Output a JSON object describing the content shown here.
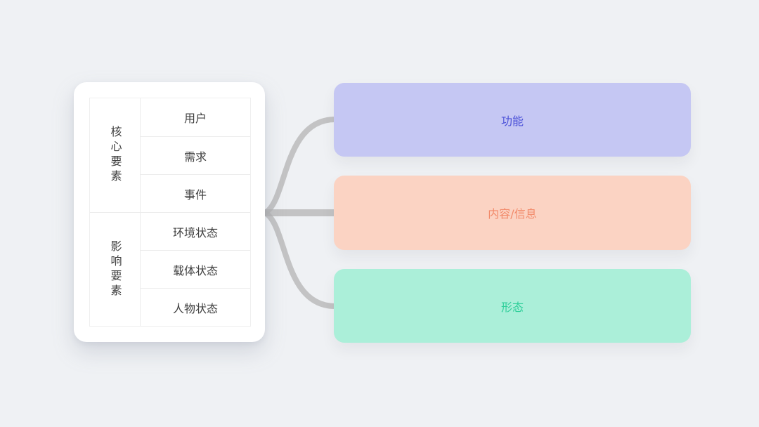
{
  "diagram": {
    "page_background": "#eff1f4",
    "card_background": "#ffffff",
    "connector_color": "#c2c2c2",
    "source_table": {
      "groups": [
        {
          "header": "核心要素",
          "rows": [
            "用户",
            "需求",
            "事件"
          ]
        },
        {
          "header": "影响要素",
          "rows": [
            "环境状态",
            "载体状态",
            "人物状态"
          ]
        }
      ]
    },
    "nodes": [
      {
        "label": "功能",
        "bg_color": "#c5c7f3",
        "text_color": "#4b51d8"
      },
      {
        "label": "内容/信息",
        "bg_color": "#fbd3c3",
        "text_color": "#f28a6a"
      },
      {
        "label": "形态",
        "bg_color": "#abefd9",
        "text_color": "#2fcf9a"
      }
    ]
  }
}
